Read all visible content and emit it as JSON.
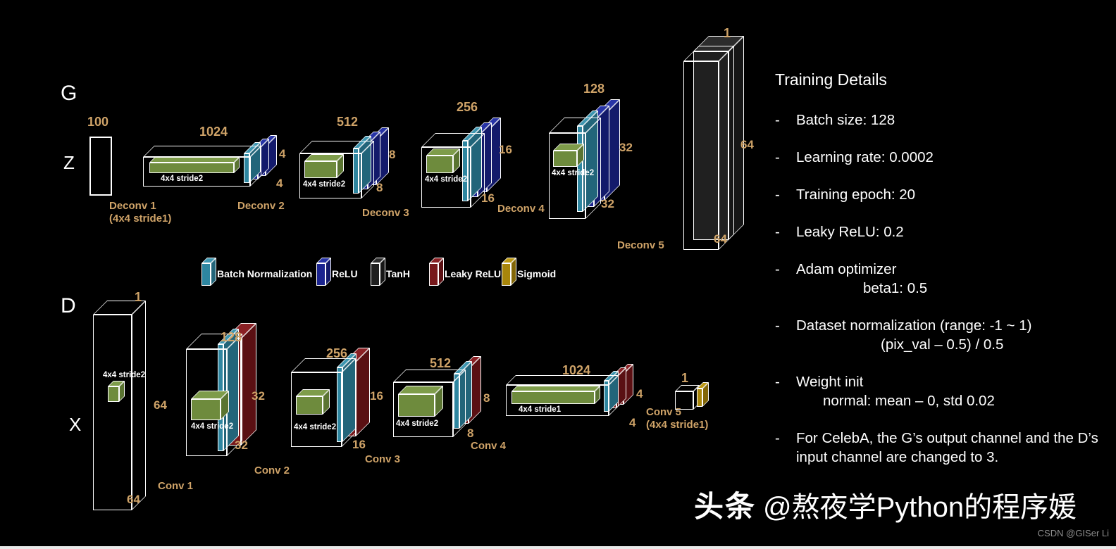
{
  "generator": {
    "section_label": "G",
    "input_label": "Z",
    "input_size": "100",
    "deconv1_name": "Deconv 1",
    "deconv1_sub": "(4x4 stride1)",
    "l1024": {
      "size": "1024",
      "kernel": "4x4 stride2",
      "dim_a": "4",
      "dim_b": "4",
      "op": "Deconv 2"
    },
    "l512": {
      "size": "512",
      "kernel": "4x4 stride2",
      "dim_a": "8",
      "dim_b": "8",
      "op": "Deconv 3"
    },
    "l256": {
      "size": "256",
      "kernel": "4x4 stride2",
      "dim_a": "16",
      "dim_b": "16",
      "op": "Deconv 4"
    },
    "l128": {
      "size": "128",
      "kernel": "4x4 stride2",
      "dim_a": "32",
      "dim_b": "32",
      "op": "Deconv 5"
    },
    "output": {
      "size": "1",
      "dim_a": "64",
      "dim_b": "64"
    }
  },
  "legend": {
    "batch_norm": "Batch Normalization",
    "relu": "ReLU",
    "tanh": "TanH",
    "leaky_relu": "Leaky ReLU",
    "sigmoid": "Sigmoid"
  },
  "discriminator": {
    "section_label": "D",
    "input_label": "X",
    "input": {
      "size": "1",
      "kernel": "4x4 stride2",
      "dim_a": "64",
      "dim_b": "64",
      "op": "Conv 1"
    },
    "l128": {
      "size": "128",
      "kernel": "4x4 stride2",
      "dim_a": "32",
      "dim_b": "32",
      "op": "Conv 2"
    },
    "l256": {
      "size": "256",
      "kernel": "4x4 stride2",
      "dim_a": "16",
      "dim_b": "16",
      "op": "Conv 3"
    },
    "l512": {
      "size": "512",
      "kernel": "4x4 stride2",
      "dim_a": "8",
      "dim_b": "8",
      "op": "Conv 4"
    },
    "l1024": {
      "size": "1024",
      "kernel": "4x4 stride1",
      "dim_a": "4",
      "dim_b": "4",
      "op": "Conv 5",
      "op_sub": "(4x4 stride1)"
    },
    "output": {
      "size": "1"
    }
  },
  "training": {
    "title": "Training Details",
    "bullet": "-",
    "item1": "Batch size: 128",
    "item2": "Learning rate: 0.0002",
    "item3": "Training epoch: 20",
    "item4": "Leaky ReLU: 0.2",
    "item5": "Adam optimizer",
    "item5_sub": "beta1: 0.5",
    "item6": "Dataset normalization (range: -1 ~ 1)",
    "item6_sub": "(pix_val – 0.5) / 0.5",
    "item7": "Weight init",
    "item7_sub": "normal: mean – 0, std 0.02",
    "item8": "For CelebA, the G’s output channel and the D’s input channel are changed to 3."
  },
  "watermark": {
    "brand": "头条",
    "handle": "@熬夜学Python的程序媛",
    "credit": "CSDN @GISer Li"
  },
  "colors": {
    "label": "#cfa368",
    "batch_norm": "#2e86a0",
    "relu": "#1b2490",
    "tanh": "#202020",
    "leaky_relu": "#77181b",
    "sigmoid": "#a8860b",
    "kernel": "#6e8b3d"
  }
}
